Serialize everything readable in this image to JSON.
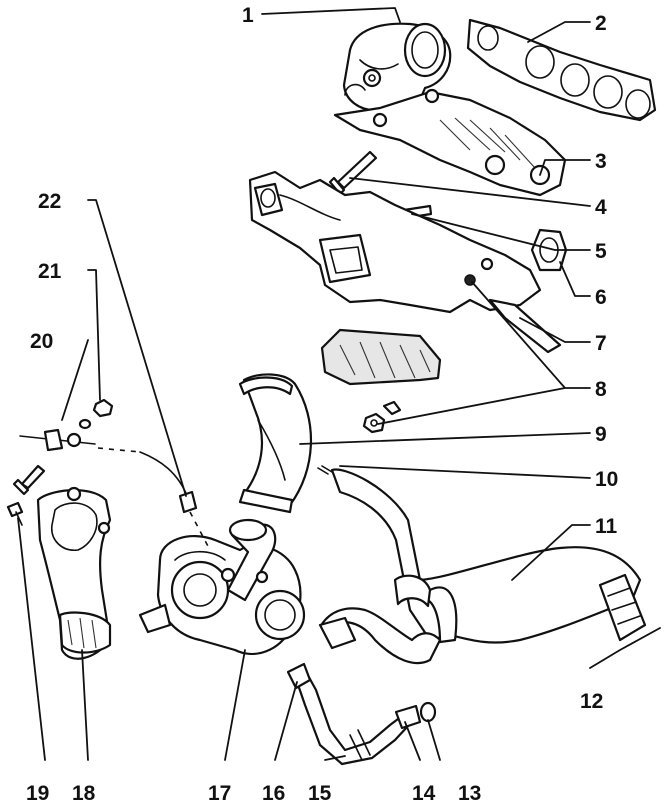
{
  "callouts": [
    "1",
    "2",
    "3",
    "4",
    "5",
    "6",
    "7",
    "8",
    "9",
    "10",
    "11",
    "12",
    "13",
    "14",
    "15",
    "16",
    "17",
    "18",
    "19",
    "20",
    "21",
    "22"
  ],
  "colors": {
    "ink": "#111111",
    "paper": "#ffffff",
    "shade": "#e6e6e6"
  }
}
